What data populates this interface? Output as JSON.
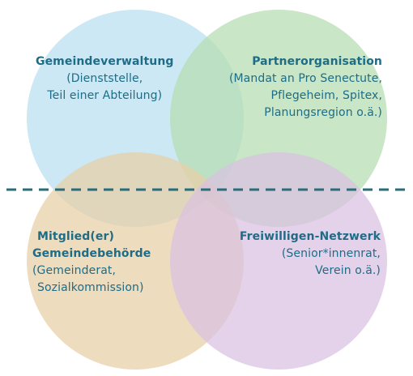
{
  "colors": {
    "circle_top_left": "#b7dff0",
    "circle_top_right": "#b4ddb0",
    "circle_bottom_left": "#e8cfa6",
    "circle_bottom_right": "#d9c0e2",
    "text": "#1e6c86",
    "divider": "#2b6c7a"
  },
  "diagram": {
    "type": "venn-quadrants",
    "top_left": {
      "title": "Gemeindeverwaltung",
      "lines": [
        "(Dienststelle,",
        "Teil einer Abteilung)"
      ]
    },
    "top_right": {
      "title": "Partnerorganisation",
      "lines": [
        "(Mandat an Pro Senectute,",
        "Pflegeheim, Spitex,",
        "Planungsregion o.ä.)"
      ]
    },
    "bottom_left": {
      "title_lines": [
        "Mitglied(er)",
        "Gemeindebehörde"
      ],
      "lines": [
        "(Gemeinderat,",
        "Sozialkommission)"
      ]
    },
    "bottom_right": {
      "title": "Freiwilligen-Netzwerk",
      "lines": [
        "(Senior*innenrat,",
        "Verein o.ä.)"
      ]
    }
  }
}
